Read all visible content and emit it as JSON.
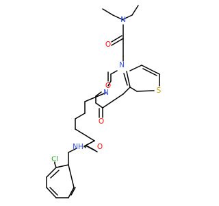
{
  "atoms": {
    "n_amine": "N",
    "o_amide_top": "O",
    "n1": "N",
    "o2": "O",
    "n3": "N",
    "o4": "O",
    "s": "S",
    "o_chain": "O",
    "nh": "NH",
    "cl": "Cl"
  },
  "colors": {
    "nitrogen": "#3050F8",
    "oxygen": "#FF0D0D",
    "sulfur": "#C8A000",
    "chlorine": "#1FA01F",
    "bond": "#000000"
  }
}
